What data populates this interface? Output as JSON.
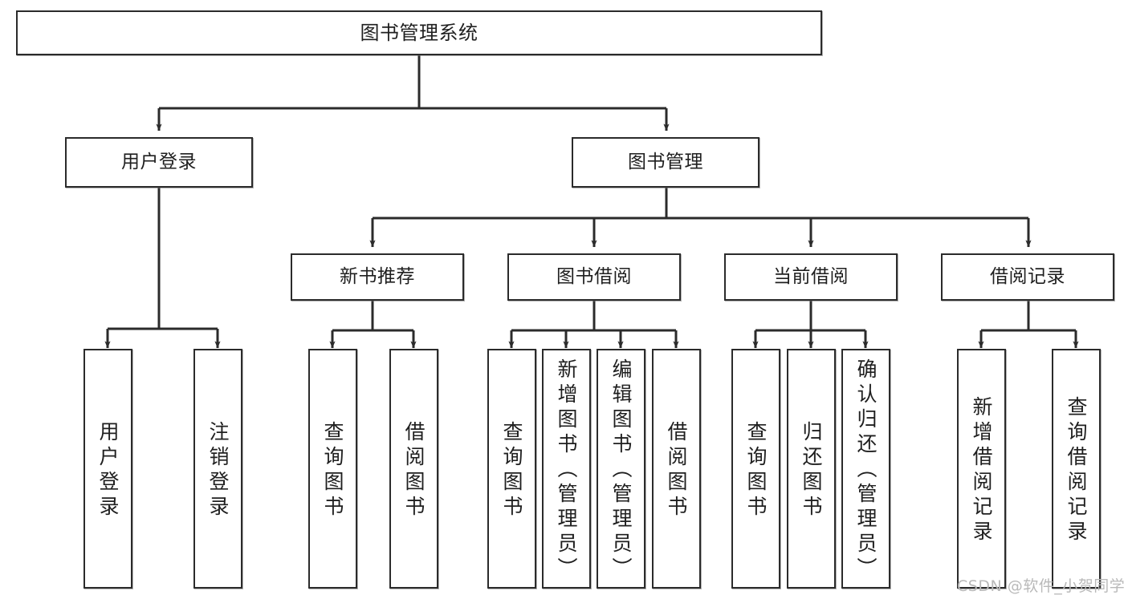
{
  "diagram": {
    "type": "tree-hierarchy",
    "title": "图书管理系统",
    "watermark": "CSDN @软件_小贺同学",
    "colors": {
      "box_border": "#2b2b2b",
      "box_fill": "#ffffff",
      "connector": "#2b2b2b",
      "text": "#1f1f1f",
      "watermark": "#b9b9b9"
    },
    "nodes": {
      "root": {
        "label": "图书管理系统",
        "level": 1
      },
      "level2": [
        {
          "id": "user-login",
          "label": "用户登录"
        },
        {
          "id": "book-manage",
          "label": "图书管理"
        }
      ],
      "level3": [
        {
          "id": "new-book-recommend",
          "label": "新书推荐"
        },
        {
          "id": "book-borrow",
          "label": "图书借阅"
        },
        {
          "id": "current-borrow",
          "label": "当前借阅"
        },
        {
          "id": "borrow-record",
          "label": "借阅记录"
        }
      ],
      "leaves": {
        "user-login": [
          {
            "id": "leaf-user-login",
            "label": "用户登录"
          },
          {
            "id": "leaf-logout-login",
            "label": "注销登录"
          }
        ],
        "new-book-recommend": [
          {
            "id": "leaf-query-book-1",
            "label": "查询图书"
          },
          {
            "id": "leaf-borrow-book-1",
            "label": "借阅图书"
          }
        ],
        "book-borrow": [
          {
            "id": "leaf-query-book-2",
            "label": "查询图书"
          },
          {
            "id": "leaf-add-book",
            "label": "新增图书（管理员）"
          },
          {
            "id": "leaf-edit-book",
            "label": "编辑图书（管理员）"
          },
          {
            "id": "leaf-borrow-book-2",
            "label": "借阅图书"
          }
        ],
        "current-borrow": [
          {
            "id": "leaf-query-book-3",
            "label": "查询图书"
          },
          {
            "id": "leaf-return-book",
            "label": "归还图书"
          },
          {
            "id": "leaf-confirm-return",
            "label": "确认归还（管理员）"
          }
        ],
        "borrow-record": [
          {
            "id": "leaf-add-record",
            "label": "新增借阅记录"
          },
          {
            "id": "leaf-query-record",
            "label": "查询借阅记录"
          }
        ]
      }
    }
  }
}
